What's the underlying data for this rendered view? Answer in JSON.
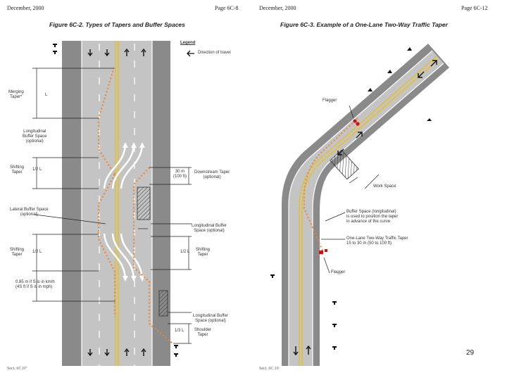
{
  "left_page": {
    "header_date": "December, 2000",
    "header_page": "Page 6C-8",
    "figure_title": "Figure 6C-2. Types of Tapers and Buffer Spaces",
    "legend_title": "Legend",
    "legend_item": "Direction of travel",
    "labels": {
      "merging_taper": "Merging\nTaper*",
      "merging_l": "L",
      "longitudinal_buffer": "Longitudinal\nBuffer Space\n(optional)",
      "shifting_taper": "Shifting\nTaper",
      "half_l": "1/2 L",
      "lateral_buffer": "Lateral Buffer Space\n(optional)",
      "shifting_taper_2": "Shifting\nTaper",
      "half_l_2": "1/2 L",
      "note_085": "0.85 m if S is in km/h\n(4S ft if S is in mph)",
      "downstream_dist": "30 m\n(100 ft)",
      "downstream_taper": "Downstream Taper\n(optional)",
      "long_buffer_right": "Longitudinal Buffer\nSpace (optional)",
      "half_l_right": "1/2 L",
      "shifting_taper_right": "Shifting\nTaper",
      "long_buffer_right_2": "Longitudinal Buffer\nSpace (optional)",
      "third_l": "1/3 L",
      "shoulder_taper": "Shoulder\nTaper"
    },
    "footer": "Sect. 6C.07"
  },
  "right_page": {
    "header_date": "December, 2000",
    "header_page": "Page 6C-12",
    "figure_title": "Figure 6C-3. Example of a One-Lane Two-Way Traffic Taper",
    "labels": {
      "flagger_top": "Flagger",
      "work_space": "Work Space",
      "buffer_space": "Buffer Space (longitudinal)\nis used to position the taper\nin advance of the curve",
      "taper_desc": "One-Lane Two-Way Traffic Taper\n15 to 30 m (50 to 100 ft)",
      "flagger_bottom": "Flagger"
    },
    "footer": "Sect. 6C.10"
  },
  "slide_number": "29",
  "colors": {
    "road": "#c2c2c2",
    "shoulder": "#808080",
    "centerline": "#e8c020",
    "taper": "#e8883a",
    "flagger": "#cc1111"
  }
}
